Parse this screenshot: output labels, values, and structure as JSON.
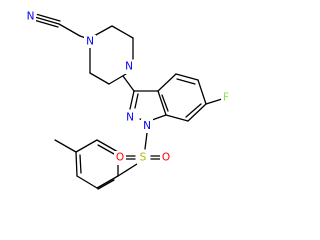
{
  "structure": {
    "atoms": {
      "nitrile_n": {
        "text": "N",
        "color": "#0000ff"
      },
      "piperazine_n1": {
        "text": "N",
        "color": "#0000ff"
      },
      "piperazine_n4": {
        "text": "N",
        "color": "#0000ff"
      },
      "indazole_n2": {
        "text": "N",
        "color": "#0000ff"
      },
      "indazole_n1": {
        "text": "N",
        "color": "#0000ff"
      },
      "fluorine": {
        "text": "F",
        "color": "#90e050"
      },
      "sulfur": {
        "text": "S",
        "color": "#b8b800"
      },
      "oxygen_left": {
        "text": "O",
        "color": "#ff0000"
      },
      "oxygen_right": {
        "text": "O",
        "color": "#ff0000"
      }
    },
    "colors": {
      "bond": "#000000",
      "nitrogen": "#0000ff",
      "fluorine": "#90e050",
      "sulfur": "#b8b800",
      "oxygen": "#ff0000"
    }
  }
}
